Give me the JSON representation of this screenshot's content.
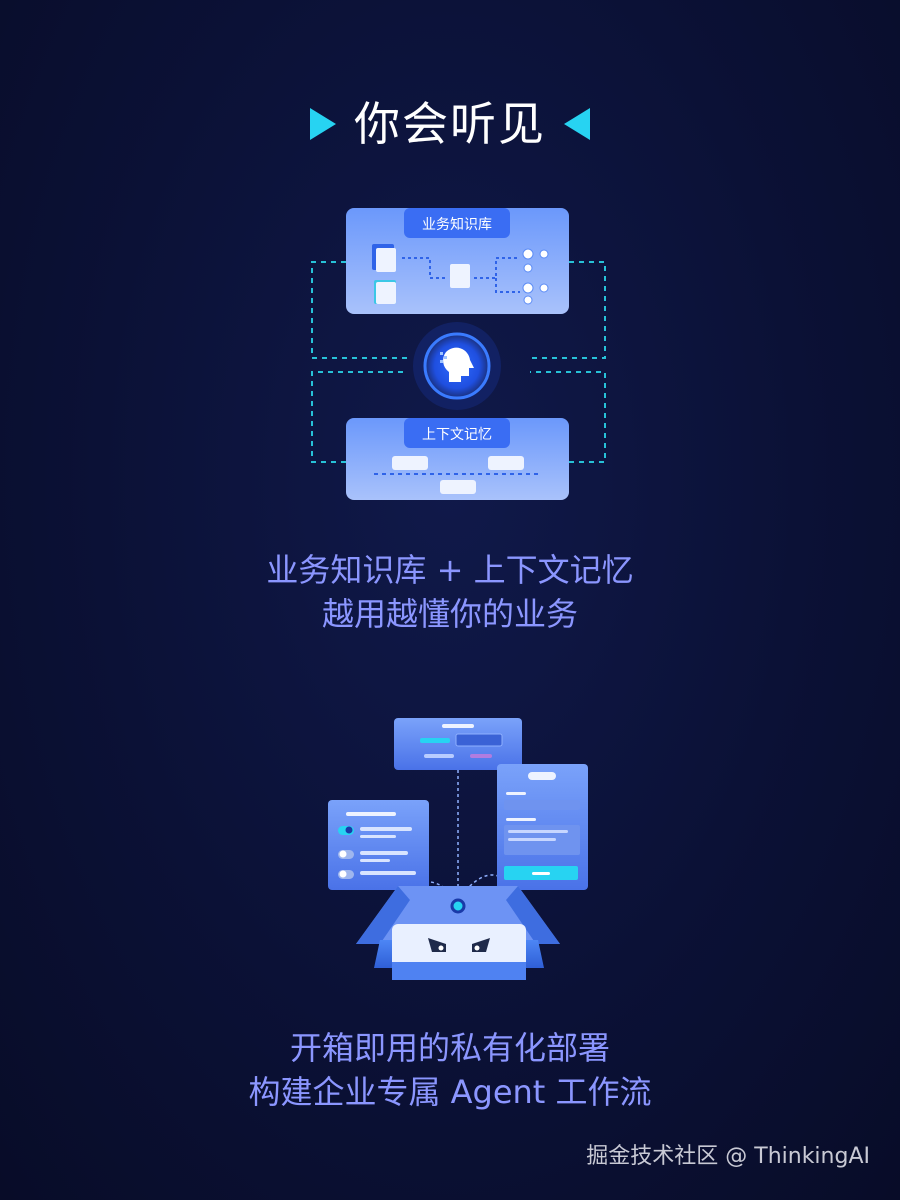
{
  "title": "你会听见",
  "section1": {
    "box_top_label": "业务知识库",
    "box_bottom_label": "上下文记忆",
    "caption_line1": "业务知识库 + 上下文记忆",
    "caption_line2": "越用越懂你的业务"
  },
  "section2": {
    "caption_line1": "开箱即用的私有化部署",
    "caption_line2": "构建企业专属 Agent 工作流"
  },
  "credit": "掘金技术社区 @ ThinkingAI",
  "colors": {
    "accent": "#27d3f2",
    "caption": "#8b96ff",
    "card": "#5c8cf5"
  }
}
